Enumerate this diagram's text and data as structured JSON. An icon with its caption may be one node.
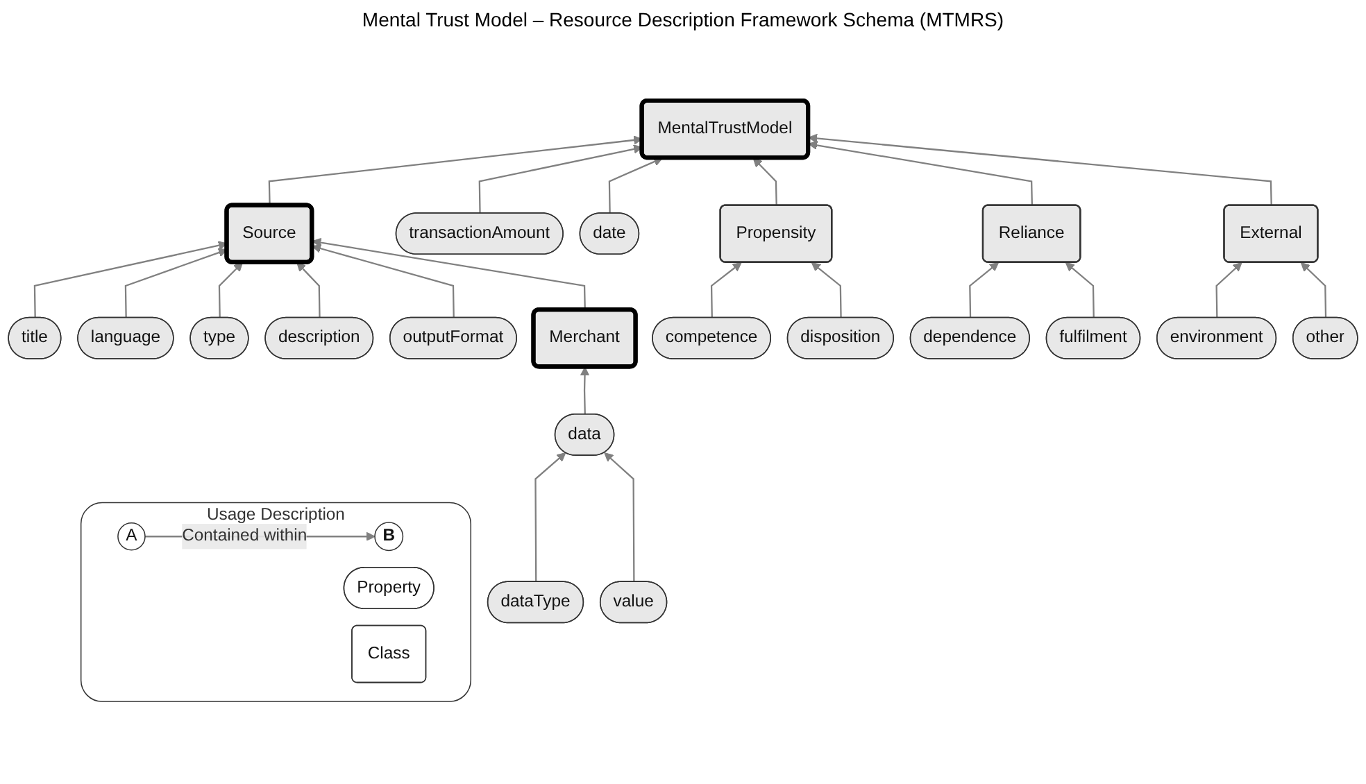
{
  "diagram": {
    "title": "Mental Trust Model – Resource Description Framework Schema (MTMRS)",
    "nodes": [
      {
        "text": [
          "title"
        ]
      },
      {
        "text": [
          "language"
        ]
      },
      {
        "text": [
          "type"
        ]
      },
      {
        "text": [
          "description"
        ]
      },
      {
        "text": [
          "outputFormat"
        ]
      },
      {
        "text": [
          "Merchant"
        ]
      },
      {
        "text": [
          "Source"
        ]
      },
      {
        "text": [
          "MentalTrustModel"
        ]
      },
      {
        "text": [
          "transactionAmount"
        ]
      },
      {
        "text": [
          "date"
        ]
      },
      {
        "text": [
          "Propensity"
        ]
      },
      {
        "text": [
          "Reliance"
        ]
      },
      {
        "text": [
          "External"
        ]
      },
      {
        "text": [
          "competence"
        ]
      },
      {
        "text": [
          "disposition"
        ]
      },
      {
        "text": [
          "dependence"
        ]
      },
      {
        "text": [
          "fulfilment"
        ]
      },
      {
        "text": [
          "environment"
        ]
      },
      {
        "text": [
          "other"
        ]
      },
      {
        "text": [
          "data"
        ]
      },
      {
        "text": [
          "dataType"
        ]
      },
      {
        "text": [
          "value"
        ]
      },
      {
        "text": [
          "Usage Description"
        ]
      },
      {
        "text": [
          "A"
        ],
        "in": 22
      },
      {
        "text": [
          "B"
        ],
        "in": 22
      },
      {
        "text": [
          "Property"
        ],
        "in": 22
      },
      {
        "text": [
          "Class"
        ],
        "in": 22
      }
    ],
    "edges": [
      {
        "from": 0,
        "to": 6,
        "arrow": "to"
      },
      {
        "from": 1,
        "to": 6,
        "arrow": "to"
      },
      {
        "from": 2,
        "to": 6,
        "arrow": "to"
      },
      {
        "from": 3,
        "to": 6,
        "arrow": "to"
      },
      {
        "from": 4,
        "to": 6,
        "arrow": "to"
      },
      {
        "from": 5,
        "to": 6,
        "arrow": "to"
      },
      {
        "from": 6,
        "to": 7,
        "arrow": "to"
      },
      {
        "from": 8,
        "to": 7,
        "arrow": "to"
      },
      {
        "from": 9,
        "to": 7,
        "arrow": "to"
      },
      {
        "from": 10,
        "to": 7,
        "arrow": "to"
      },
      {
        "from": 11,
        "to": 7,
        "arrow": "to"
      },
      {
        "from": 12,
        "to": 7,
        "arrow": "to"
      },
      {
        "from": 13,
        "to": 10,
        "arrow": "to"
      },
      {
        "from": 14,
        "to": 10,
        "arrow": "to"
      },
      {
        "from": 15,
        "to": 11,
        "arrow": "to"
      },
      {
        "from": 16,
        "to": 11,
        "arrow": "to"
      },
      {
        "from": 17,
        "to": 12,
        "arrow": "to"
      },
      {
        "from": 18,
        "to": 12,
        "arrow": "to"
      },
      {
        "from": 19,
        "to": 5,
        "arrow": "to"
      },
      {
        "from": 20,
        "to": 19,
        "arrow": "to"
      },
      {
        "from": 21,
        "to": 19,
        "arrow": "to"
      },
      {
        "from": 23,
        "to": 24,
        "label": "Contained within",
        "arrow": "to"
      }
    ]
  }
}
